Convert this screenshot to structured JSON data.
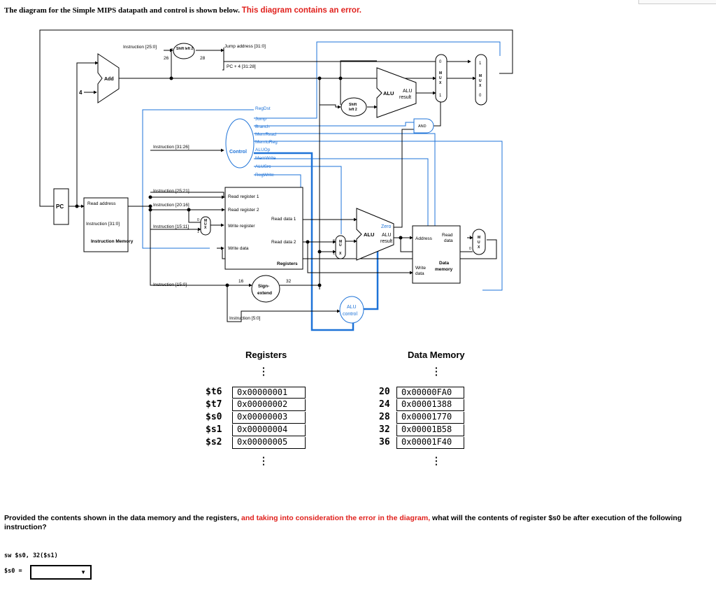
{
  "header": {
    "text": "The diagram for the Simple MIPS datapath and control is shown below.",
    "error_text": "This diagram contains an error."
  },
  "diagram": {
    "labels": {
      "pc": "PC",
      "add": "Add",
      "four": "4",
      "shift_left_2_top": "Shift left 2",
      "shift_left_2_mid": "Shift left 2",
      "instruction_25_0": "Instruction [25:0]",
      "n26": "26",
      "n28": "28",
      "jump_address": "Jump address [31:0]",
      "pc_plus_4": "PC + 4 [31:28]",
      "read_address": "Read address",
      "instruction_31_0": "Instruction [31:0]",
      "instruction_memory": "Instruction Memory",
      "instruction_31_26": "Instruction [31:26]",
      "instruction_25_21": "Instruction [25:21]",
      "instruction_20_16": "Instruction [20:16]",
      "instruction_15_11": "Instruction [15:11]",
      "instruction_15_0": "Instruction [15:0]",
      "instruction_5_0": "Instruction [5:0]",
      "control": "Control",
      "control_signals": [
        "RegDst",
        "Jump",
        "Branch",
        "MemRead",
        "MemtoReg",
        "ALUOp",
        "MemWrite",
        "ALUSrc",
        "RegWrite"
      ],
      "read_register_1": "Read register 1",
      "read_register_2": "Read register 2",
      "write_register": "Write register",
      "write_data": "Write data",
      "read_data_1": "Read data 1",
      "read_data_2": "Read data 2",
      "registers": "Registers",
      "sign_extend": "Sign-extend",
      "n16": "16",
      "n32": "32",
      "alu_control": "ALU control",
      "alu": "ALU",
      "alu_result": "ALU result",
      "zero": "Zero",
      "and": "AND",
      "address": "Address",
      "read_data": "Read data",
      "write_data_mem": "Write data",
      "data_memory": "Data memory",
      "mux": "MUX",
      "zero_input": "0",
      "one_input": "1"
    }
  },
  "registers_table": {
    "title": "Registers",
    "rows": [
      {
        "name": "$t6",
        "value": "0x00000001"
      },
      {
        "name": "$t7",
        "value": "0x00000002"
      },
      {
        "name": "$s0",
        "value": "0x00000003"
      },
      {
        "name": "$s1",
        "value": "0x00000004"
      },
      {
        "name": "$s2",
        "value": "0x00000005"
      }
    ]
  },
  "memory_table": {
    "title": "Data Memory",
    "rows": [
      {
        "address": "20",
        "value": "0x00000FA0"
      },
      {
        "address": "24",
        "value": "0x00001388"
      },
      {
        "address": "28",
        "value": "0x00001770"
      },
      {
        "address": "32",
        "value": "0x00001B58"
      },
      {
        "address": "36",
        "value": "0x00001F40"
      }
    ]
  },
  "question": {
    "part1": "Provided the contents shown in the data memory and the registers,",
    "error_part": "and taking into consideration the error in the diagram,",
    "part2": "what will the contents of register $s0 be after execution of the following instruction?"
  },
  "instruction": "sw $s0, 32($s1)",
  "answer": {
    "label": "$s0 =",
    "value": ""
  },
  "colors": {
    "error_red": "#e0201c",
    "control_blue": "#1e73d8",
    "line_black": "#000000"
  }
}
